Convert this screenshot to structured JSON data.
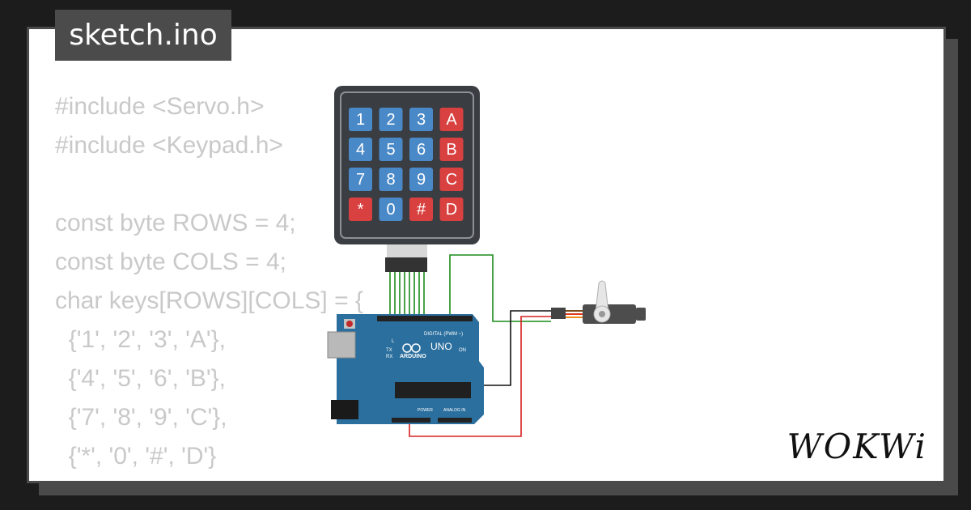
{
  "title": "sketch.ino",
  "code_lines": [
    "#include <Servo.h>",
    "#include <Keypad.h>",
    "",
    "const byte ROWS = 4;",
    "const byte COLS = 4;",
    "char keys[ROWS][COLS] = {",
    "  {'1', '2', '3', 'A'},",
    "  {'4', '5', '6', 'B'},",
    "  {'7', '8', '9', 'C'},",
    "  {'*', '0', '#', 'D'}",
    "};"
  ],
  "keypad": {
    "rows": [
      [
        "1",
        "2",
        "3",
        "A"
      ],
      [
        "4",
        "5",
        "6",
        "B"
      ],
      [
        "7",
        "8",
        "9",
        "C"
      ],
      [
        "*",
        "0",
        "#",
        "D"
      ]
    ],
    "key_color_blue": "#4a89c8",
    "key_color_red": "#d94040"
  },
  "arduino": {
    "brand": "ARDUINO",
    "model": "UNO",
    "digital_label": "DIGITAL (PWM ~)",
    "power_label": "POWER",
    "analog_label": "ANALOG IN",
    "led_l": "L",
    "led_tx": "TX",
    "led_rx": "RX",
    "led_on": "ON",
    "board_color": "#2b6f9e"
  },
  "wire_colors": {
    "signal": "#1a8c1a",
    "power": "#d62020",
    "ground": "#111111"
  },
  "logo": "WOKWi"
}
